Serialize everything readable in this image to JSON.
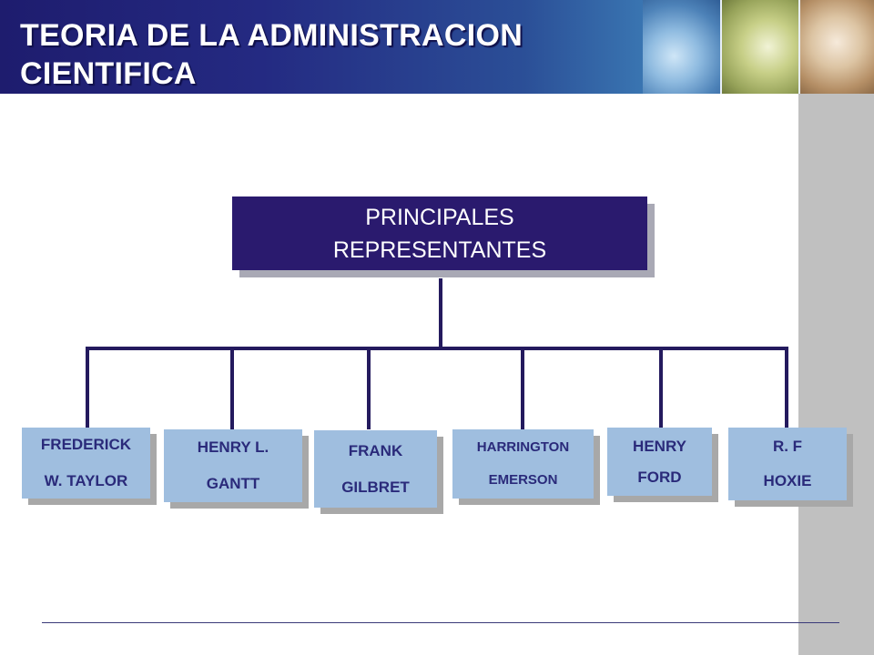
{
  "header": {
    "title": "TEORIA DE LA  ADMINISTRACION\nCIENTIFICA"
  },
  "diagram": {
    "root": "PRINCIPALES\nREPRESENTANTES",
    "children": [
      "FREDERICK\nW. TAYLOR",
      "HENRY  L.\nGANTT",
      "FRANK\nGILBRET",
      "HARRINGTON\nEMERSON",
      "HENRY\nFORD",
      "R. F\nHOXIE"
    ]
  },
  "colors": {
    "header_dark": "#1e1c6e",
    "root_box": "#2a1a6e",
    "child_box": "#9fbedf",
    "child_text": "#2a2a7a",
    "connector": "#241a5e",
    "sidebar": "#c0c0c0"
  }
}
